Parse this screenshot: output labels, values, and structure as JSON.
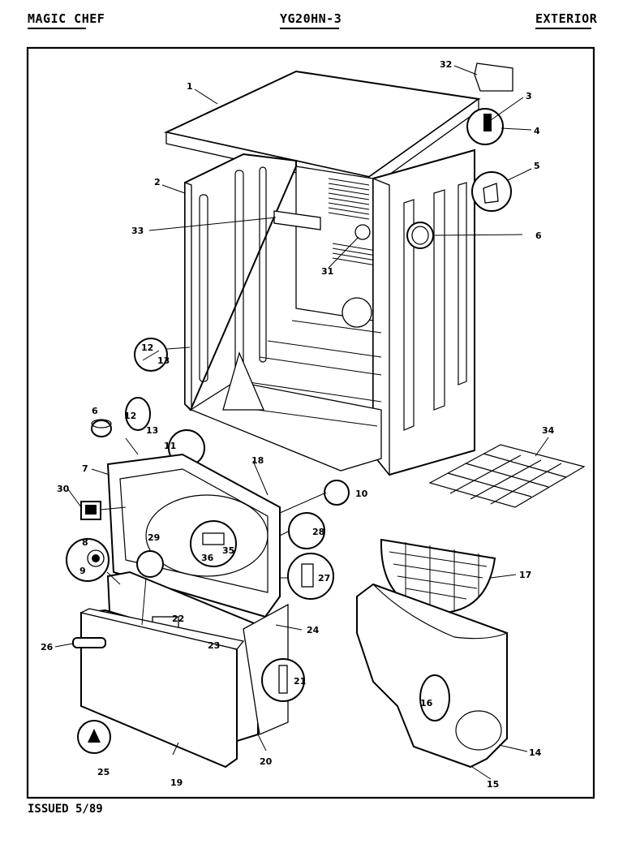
{
  "header": {
    "brand": "MAGIC CHEF",
    "model": "YG20HN-3",
    "section": "EXTERIOR"
  },
  "footer": {
    "issued": "ISSUED 5/89"
  },
  "callouts": [
    "1",
    "2",
    "3",
    "4",
    "5",
    "6",
    "31",
    "32",
    "33",
    "12",
    "13",
    "6",
    "12",
    "13",
    "11",
    "18",
    "7",
    "30",
    "10",
    "28",
    "29",
    "36",
    "35",
    "8",
    "9",
    "27",
    "22",
    "23",
    "24",
    "26",
    "21",
    "20",
    "25",
    "19",
    "34",
    "17",
    "16",
    "14",
    "15"
  ]
}
